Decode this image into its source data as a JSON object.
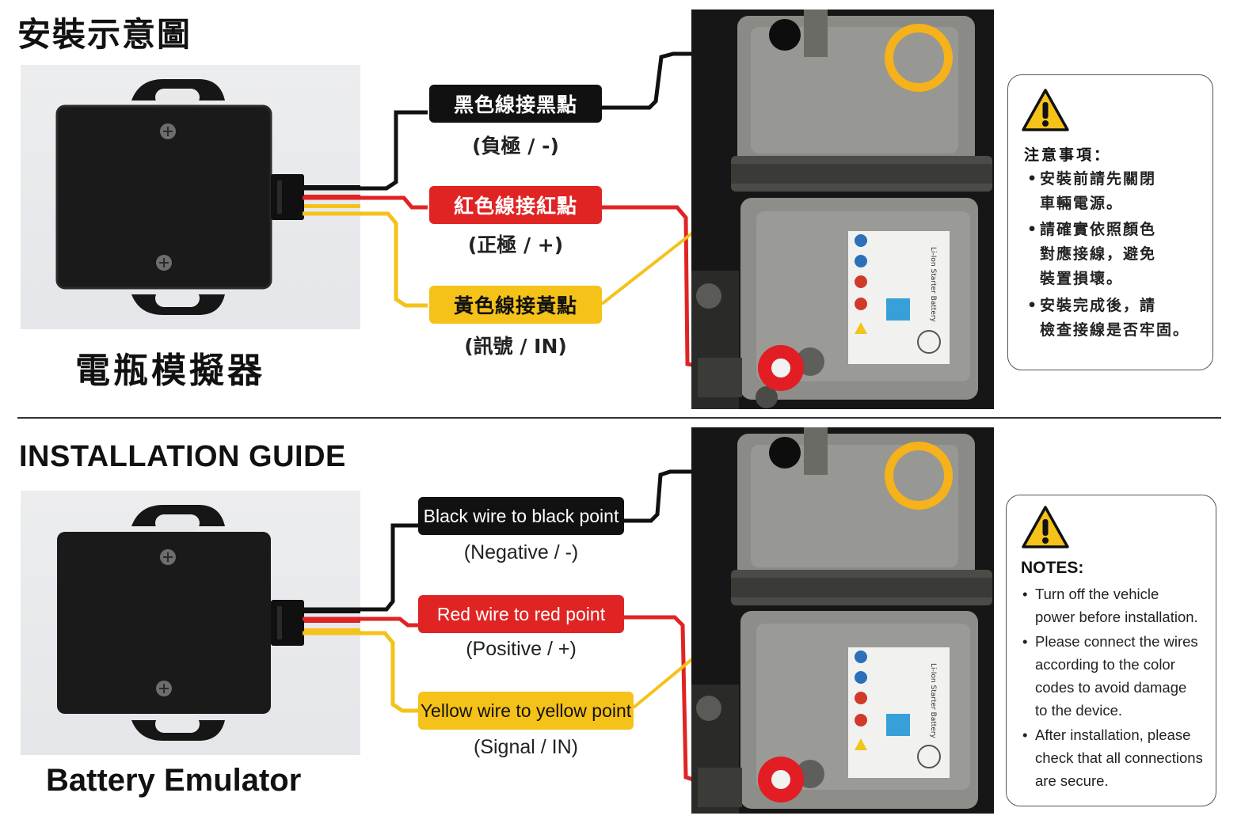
{
  "top": {
    "title": "安裝示意圖",
    "device_label": "電瓶模擬器",
    "wires": [
      {
        "label": "黑色線接黑點",
        "sub": "(負極 / -)",
        "color": "black"
      },
      {
        "label": "紅色線接紅點",
        "sub": "(正極 / +)",
        "color": "red"
      },
      {
        "label": "黃色線接黃點",
        "sub": "(訊號 / IN)",
        "color": "yellow"
      }
    ],
    "notes": {
      "title": "注意事項：",
      "items": [
        [
          "安裝前請先關閉",
          "車輛電源。"
        ],
        [
          "請確實依照顏色",
          "對應接線，避免",
          "裝置損壞。"
        ],
        [
          "安裝完成後，請",
          "檢查接線是否牢固。"
        ]
      ]
    }
  },
  "bottom": {
    "title": "INSTALLATION GUIDE",
    "device_label": "Battery Emulator",
    "wires": [
      {
        "label": "Black wire to black point",
        "sub": "(Negative / -)",
        "color": "black"
      },
      {
        "label": "Red wire to red point",
        "sub": "(Positive / +)",
        "color": "red"
      },
      {
        "label": "Yellow wire to yellow point",
        "sub": "(Signal / IN)",
        "color": "yellow"
      }
    ],
    "notes": {
      "title": "NOTES:",
      "items": [
        [
          "Turn off the vehicle",
          "power before installation."
        ],
        [
          "Please connect the wires",
          "according to the color",
          "codes to avoid damage",
          "to the device."
        ],
        [
          "After installation, please",
          "check that all connections",
          "are secure."
        ]
      ]
    }
  },
  "battery_label_text": "Li-Ion Starter Battery",
  "colors": {
    "black_wire": "#111111",
    "red_wire": "#e02424",
    "yellow_wire": "#f5c21a",
    "warning": "#f5c21a"
  },
  "icons": {
    "warning": "warning-triangle-icon",
    "screw": "screw-icon",
    "marker_yellow": "yellow-target-ring",
    "marker_red": "red-target-dot"
  }
}
